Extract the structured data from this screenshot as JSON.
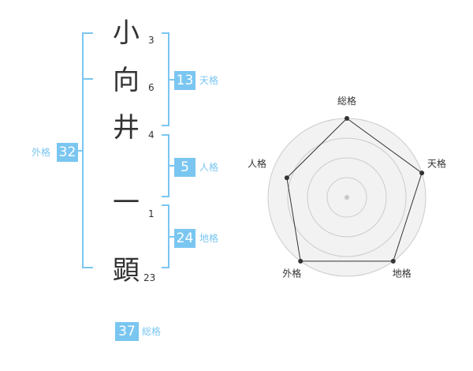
{
  "name_chars": [
    {
      "char": "小",
      "strokes": "3"
    },
    {
      "char": "向",
      "strokes": "6"
    },
    {
      "char": "井",
      "strokes": "4"
    },
    {
      "char": "一",
      "strokes": "1"
    },
    {
      "char": "顕",
      "strokes": "23"
    }
  ],
  "fortune": {
    "tenkaku": {
      "value": "13",
      "label": "天格"
    },
    "jinkaku": {
      "value": "5",
      "label": "人格"
    },
    "chikaku": {
      "value": "24",
      "label": "地格"
    },
    "gaikaku": {
      "value": "32",
      "label": "外格"
    },
    "soukaku": {
      "value": "37",
      "label": "総格"
    }
  },
  "colors": {
    "accent": "#7ac6f1",
    "text": "#333333",
    "radar_fill": "#f2f2f2",
    "radar_ring": "#cccccc",
    "radar_line": "#333333"
  },
  "chart_data": {
    "type": "radar",
    "axes": [
      "総格",
      "天格",
      "地格",
      "外格",
      "人格"
    ],
    "values": [
      1.0,
      1.0,
      1.0,
      1.0,
      0.8
    ],
    "max": 1.0,
    "rings": 4
  }
}
